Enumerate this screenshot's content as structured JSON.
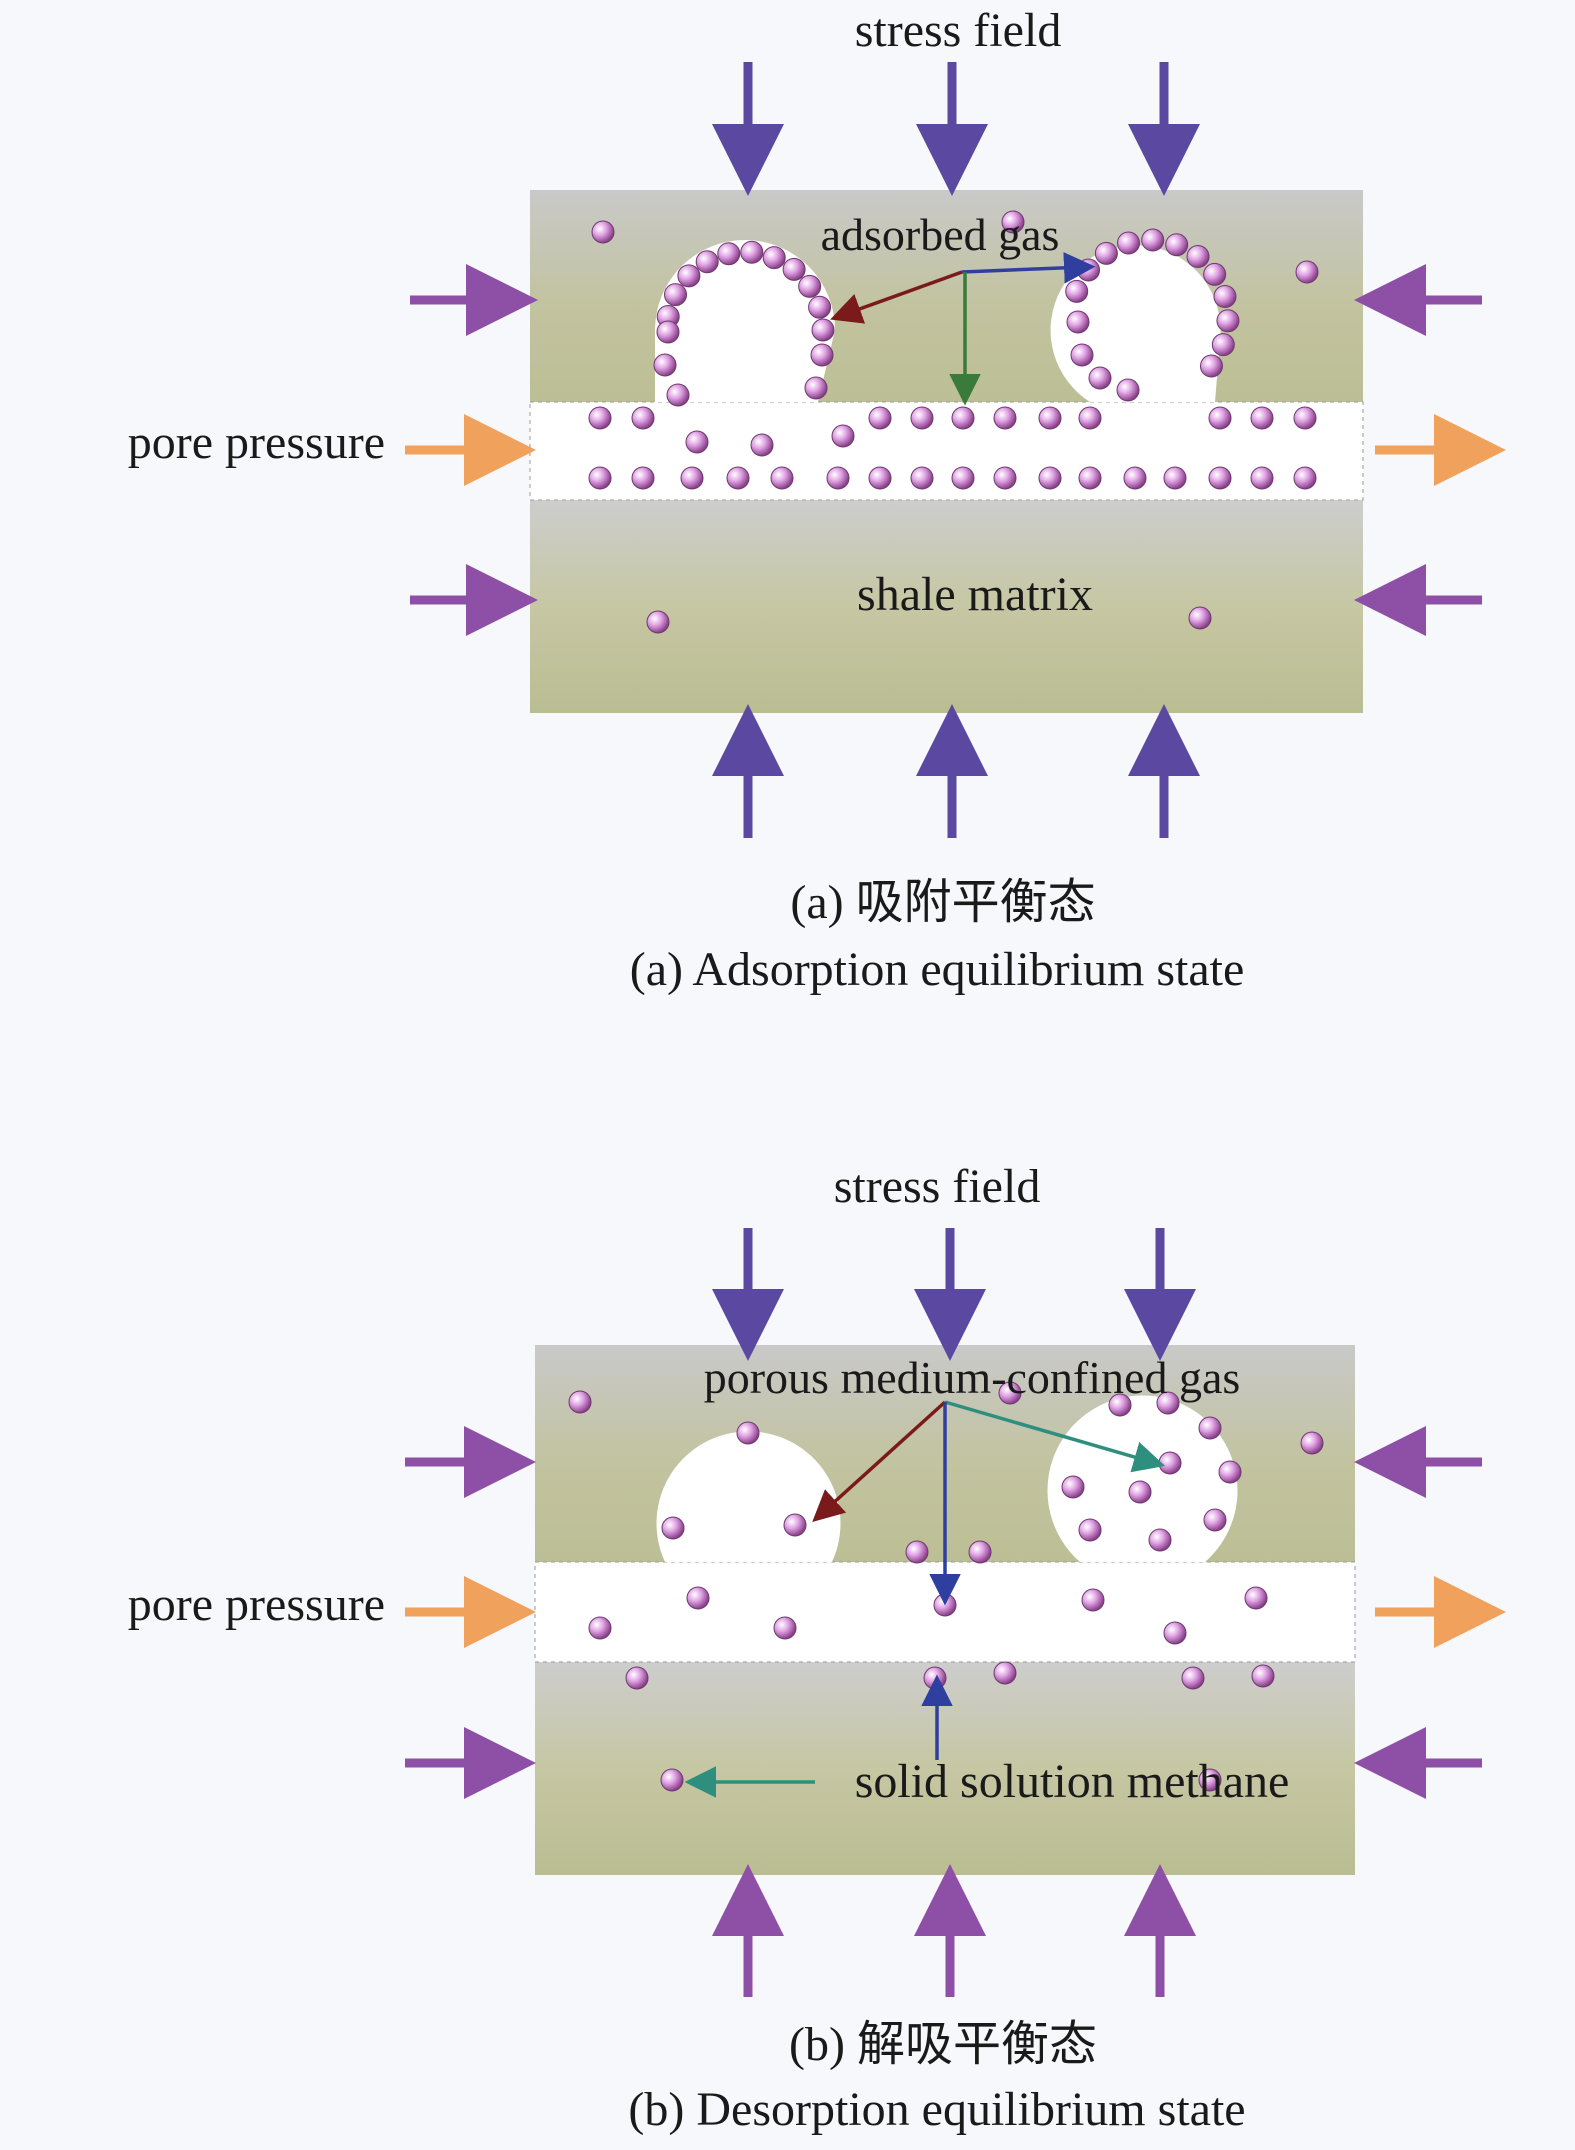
{
  "panel_a": {
    "stress_label": "stress field",
    "pore_label": "pore pressure",
    "adsorbed_label": "adsorbed gas",
    "matrix_label": "shale matrix",
    "caption_cn": "(a) 吸附平衡态",
    "caption_en": "(a) Adsorption equilibrium state"
  },
  "panel_b": {
    "stress_label": "stress field",
    "pore_label": "pore pressure",
    "confined_label": "porous medium-confined gas",
    "solid_label": "solid solution methane",
    "caption_cn": "(b) 解吸平衡态",
    "caption_en": "(b) Desorption equilibrium state"
  },
  "colors": {
    "stress_arrow": "#6a4fa3",
    "side_arrow": "#8b4fa3",
    "pore_arrow": "#f0a15c",
    "matrix": "#c4c6a0",
    "molecule": "#d98bd9",
    "red_arrow": "#7a1a1a",
    "green_arrow": "#3a7a3a",
    "blue_arrow": "#2f3f9f",
    "teal_arrow": "#2f8f7f"
  }
}
